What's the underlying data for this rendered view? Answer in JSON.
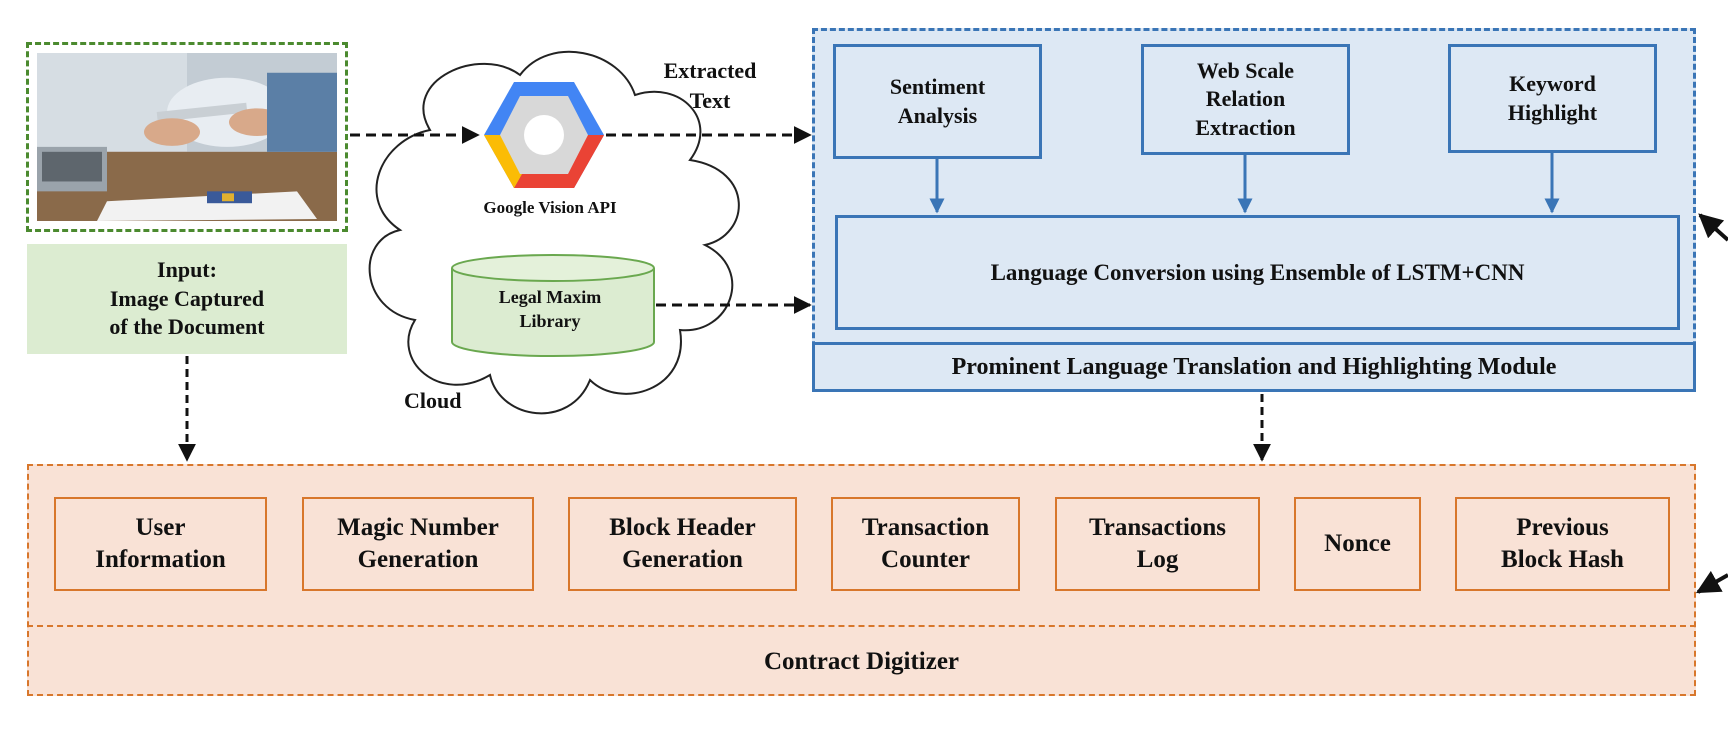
{
  "input": {
    "label": "Input:\nImage Captured\nof the Document"
  },
  "cloud": {
    "label": "Cloud",
    "google_label": "Google Vision API",
    "library_label": "Legal Maxim\nLibrary",
    "extracted_label": "Extracted\nText"
  },
  "module": {
    "title": "Prominent Language Translation and Highlighting Module",
    "boxes": {
      "sentiment": "Sentiment\nAnalysis",
      "webscale": "Web Scale\nRelation\nExtraction",
      "keyword": "Keyword\nHighlight"
    },
    "language": "Language Conversion using Ensemble of LSTM+CNN"
  },
  "digitizer": {
    "title": "Contract Digitizer",
    "items": {
      "user": "User\nInformation",
      "magic": "Magic Number\nGeneration",
      "header": "Block Header\nGeneration",
      "counter": "Transaction\nCounter",
      "log": "Transactions\nLog",
      "nonce": "Nonce",
      "prev": "Previous\nBlock Hash"
    }
  },
  "colors": {
    "green": "#4b8a2f",
    "green_fill": "#dcecd1",
    "blue": "#3a75b6",
    "blue_fill": "#dde8f4",
    "orange": "#d8772c",
    "orange_fill": "#f9e2d6",
    "google_blue": "#4285f4",
    "google_red": "#ea4335",
    "google_yellow": "#fbbc05"
  }
}
